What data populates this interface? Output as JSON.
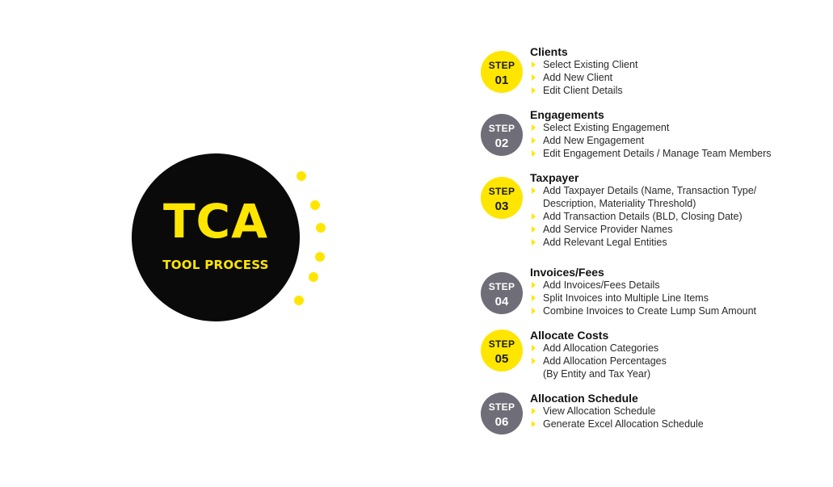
{
  "hub": {
    "title": "TCA",
    "subtitle": "TOOL PROCESS"
  },
  "colors": {
    "accent": "#ffe600",
    "dark": "#0a0a0a",
    "gray": "#6f6e78"
  },
  "step_word": "STEP",
  "steps": [
    {
      "num": "01",
      "title": "Clients",
      "items": [
        "Select Existing Client",
        "Add New Client",
        "Edit Client Details"
      ]
    },
    {
      "num": "02",
      "title": "Engagements",
      "items": [
        "Select Existing Engagement",
        "Add New Engagement",
        "Edit Engagement Details / Manage Team Members"
      ]
    },
    {
      "num": "03",
      "title": "Taxpayer",
      "items": [
        [
          "Add Taxpayer Details (Name, Transaction Type/",
          "Description, Materiality Threshold)"
        ],
        "Add Transaction Details (BLD, Closing Date)",
        "Add Service Provider Names",
        "Add Relevant Legal Entities"
      ]
    },
    {
      "num": "04",
      "title": "Invoices/Fees",
      "items": [
        "Add Invoices/Fees Details",
        "Split Invoices into Multiple Line Items",
        "Combine Invoices to Create Lump Sum Amount"
      ]
    },
    {
      "num": "05",
      "title": "Allocate Costs",
      "items": [
        "Add Allocation Categories",
        [
          "Add Allocation Percentages",
          "(By Entity and Tax Year)"
        ]
      ]
    },
    {
      "num": "06",
      "title": "Allocation Schedule",
      "items": [
        "View Allocation Schedule",
        "Generate Excel Allocation Schedule"
      ]
    }
  ]
}
